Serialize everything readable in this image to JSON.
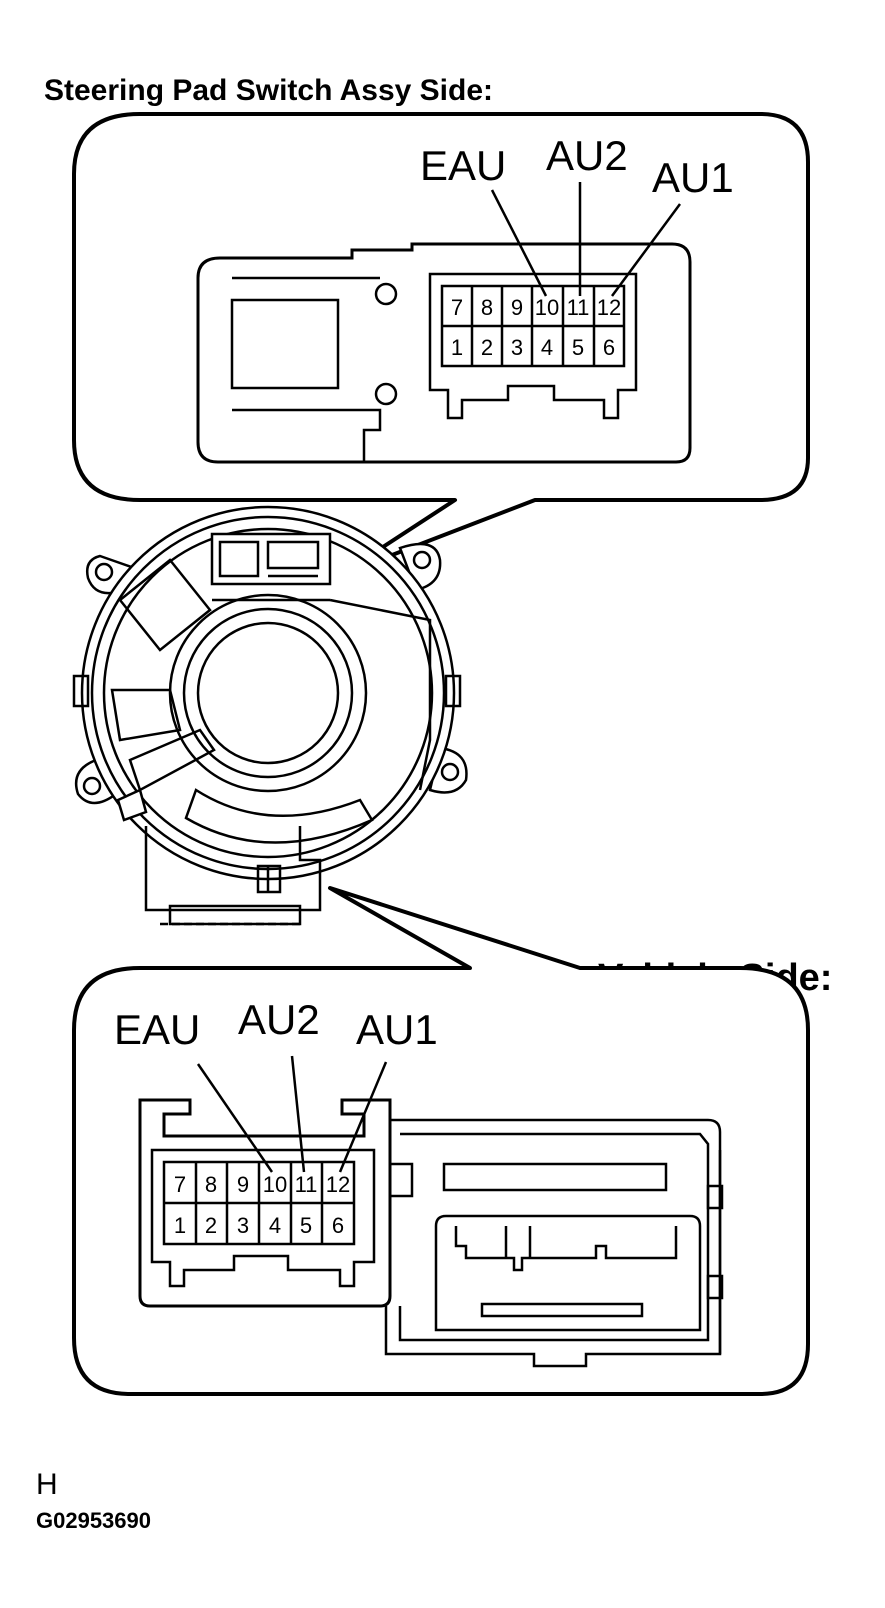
{
  "headings": {
    "top": "Steering Pad Switch Assy Side:",
    "bottom": "Vehicle Side:"
  },
  "top_connector": {
    "row_upper": [
      "7",
      "8",
      "9",
      "10",
      "11",
      "12"
    ],
    "row_lower": [
      "1",
      "2",
      "3",
      "4",
      "5",
      "6"
    ],
    "labels": {
      "eau": "EAU",
      "au2": "AU2",
      "au1": "AU1"
    }
  },
  "bottom_connector": {
    "row_upper": [
      "7",
      "8",
      "9",
      "10",
      "11",
      "12"
    ],
    "row_lower": [
      "1",
      "2",
      "3",
      "4",
      "5",
      "6"
    ],
    "labels": {
      "eau": "EAU",
      "au2": "AU2",
      "au1": "AU1"
    }
  },
  "footer": {
    "mark": "H",
    "code": "G02953690"
  }
}
